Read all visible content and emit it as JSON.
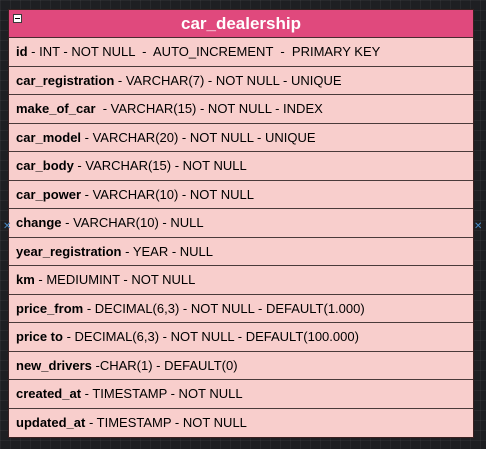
{
  "table": {
    "name": "car_dealership",
    "fields": [
      {
        "name": "id",
        "definition": " - INT - NOT NULL  -  AUTO_INCREMENT  -  PRIMARY KEY"
      },
      {
        "name": "car_registration",
        "definition": " - VARCHAR(7) - NOT NULL - UNIQUE"
      },
      {
        "name": "make_of_car",
        "definition": "  - VARCHAR(15) - NOT NULL - INDEX"
      },
      {
        "name": "car_model",
        "definition": " - VARCHAR(20) - NOT NULL - UNIQUE"
      },
      {
        "name": "car_body",
        "definition": " - VARCHAR(15) - NOT NULL"
      },
      {
        "name": "car_power",
        "definition": " - VARCHAR(10) - NOT NULL"
      },
      {
        "name": "change",
        "definition": " - VARCHAR(10) - NULL"
      },
      {
        "name": "year_registration",
        "definition": " - YEAR - NULL"
      },
      {
        "name": "km",
        "definition": " - MEDIUMINT - NOT NULL"
      },
      {
        "name": "price_from",
        "definition": " - DECIMAL(6,3) - NOT NULL - DEFAULT(1.000)"
      },
      {
        "name": "price to",
        "definition": " - DECIMAL(6,3) - NOT NULL - DEFAULT(100.000)"
      },
      {
        "name": "new_drivers",
        "definition": " -CHAR(1) - DEFAULT(0)"
      },
      {
        "name": "created_at",
        "definition": " - TIMESTAMP - NOT NULL"
      },
      {
        "name": "updated_at",
        "definition": " - TIMESTAMP - NOT NULL"
      }
    ]
  },
  "colors": {
    "header": "#e0497d",
    "body": "#f8cecc",
    "canvas": "#1e1f22",
    "connector": "#4a8cc8"
  },
  "icons": {
    "collapse": "minus-square-icon",
    "connector": "x-connector-icon"
  }
}
